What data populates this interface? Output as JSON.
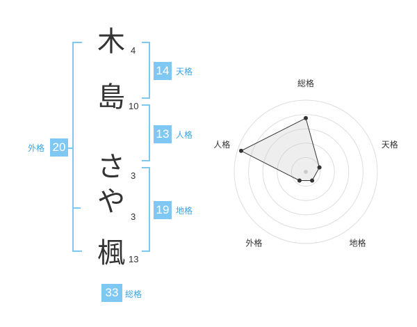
{
  "name_chars": [
    {
      "char": "木",
      "strokes": "4"
    },
    {
      "char": "島",
      "strokes": "10"
    },
    {
      "char": "さ",
      "strokes": "3"
    },
    {
      "char": "や",
      "strokes": "3"
    },
    {
      "char": "楓",
      "strokes": "13"
    }
  ],
  "scores": {
    "tenkaku": {
      "value": "14",
      "label": "天格"
    },
    "jinkaku": {
      "value": "13",
      "label": "人格"
    },
    "chikaku": {
      "value": "19",
      "label": "地格"
    },
    "gaikaku": {
      "value": "20",
      "label": "外格"
    },
    "soukaku": {
      "value": "33",
      "label": "総格"
    }
  },
  "radar": {
    "axes": [
      "総格",
      "天格",
      "地格",
      "外格",
      "人格"
    ],
    "values": [
      0.75,
      0.2,
      0.15,
      0.15,
      0.95
    ],
    "accent_color": "#7fc8f4",
    "label_color": "#3aa3e3"
  }
}
